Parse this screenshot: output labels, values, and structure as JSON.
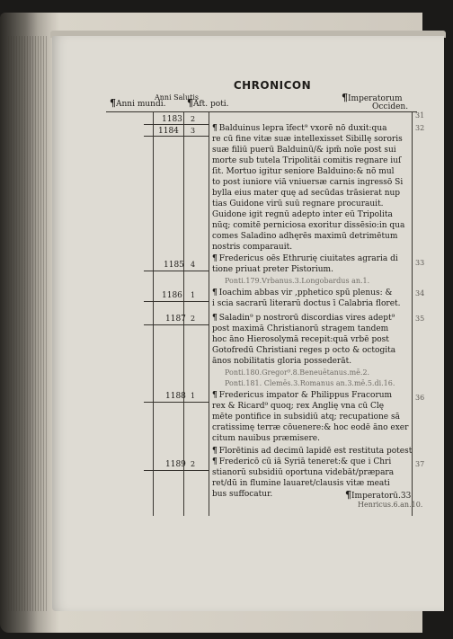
{
  "running_head": "CHRONICON",
  "headers": {
    "anni_mundi": "Anni mundi.",
    "anni_salutis": "Anni Salutis",
    "ast_poti": "Aft. poti.",
    "imperatorum": "Imperatorum",
    "occiden": "Occiden."
  },
  "rows": [
    {
      "year": "1183",
      "col": "2"
    },
    {
      "year": "1184",
      "col": "3"
    },
    {
      "year": "1185",
      "col": "4"
    },
    {
      "year": "1186",
      "col": "1"
    },
    {
      "year": "1187",
      "col": "2"
    },
    {
      "year": "1188",
      "col": "1"
    },
    {
      "year": "1189",
      "col": "2"
    }
  ],
  "margin_numbers": [
    "31",
    "32",
    "33",
    "34",
    "35",
    "36",
    "37"
  ],
  "text_lines": [
    "Balduinus lepra īfect⁹ vxorē nō duxit:qua",
    "re cū fine vitæ suæ intellexisset Sibillę sororis",
    "suæ filiū puerū Balduinū/& ipm̄ noīe post sui",
    "morte sub tutela Tripolitāi comitis regnare iuſ",
    "ſit. Mortuo igitur seniore Balduino:& nō mul",
    "to post iuniore viā vniuersæ carnis ingressō Si",
    "bylla eius mater quę ad secūdas trāsierat nup",
    "tias Guidone virū suū regnare procurauit.",
    "Guidone igit regnū adepto inter eū Tripolita",
    "nūq; comitē perniciosa exoritur dissēsio:in qua",
    "comes Saladino adhęrēs maximū detrimētum",
    "nostris comparauit.",
    "Fredericus oēs Ethrurię ciuitates agraria di",
    "tione priuat preter Pistorium.",
    "Ioachim abbas vir  ,pphetico spū plenus: &",
    "i scia sacrarū literarū doctus ī Calabria floret.",
    "Saladin⁹ p nostrorū discordias vires adept⁹",
    "post maximā Christianorū stragem tandem",
    "hoc āno Hierosolymā recepit:quā vrbē post",
    "Gotofredū Christiani reges p octo & octogita",
    "ānos nobilitatis gloria possederāt.",
    "Fredericus impator & Philippus Fracorum",
    "rex & Ricard⁹ quoq; rex Anglię vna cū Clę",
    "mēte pontifice in subsidiū atq; recupatione sā",
    "cratissimę terræ cōuenere:& hoc eodē āno exer",
    "citum nauibus præmisere.",
    "Florētinis ad decimū lapidē est restituta potestas",
    "Fredericō cū iā Syriā teneret:& que i Chri",
    "stianorū subsidiū oportuna videbāt/præpara",
    "ret/dū in flumine lauaret/clausis vitæ meati",
    "bus suffocatur."
  ],
  "faint_lines": [
    "Ponti.179.Vrbanus.3.Longobardus an.1.",
    "Ponti.180.Gregor⁹.8.Beneuētanus.mē.2.",
    "Ponti.181. Clemēs.3.Romanus an.3.mē.5.di.16."
  ],
  "footer": {
    "imperatorum": "Imperatorū.33",
    "henricus": "Henricus.6.an.10."
  }
}
